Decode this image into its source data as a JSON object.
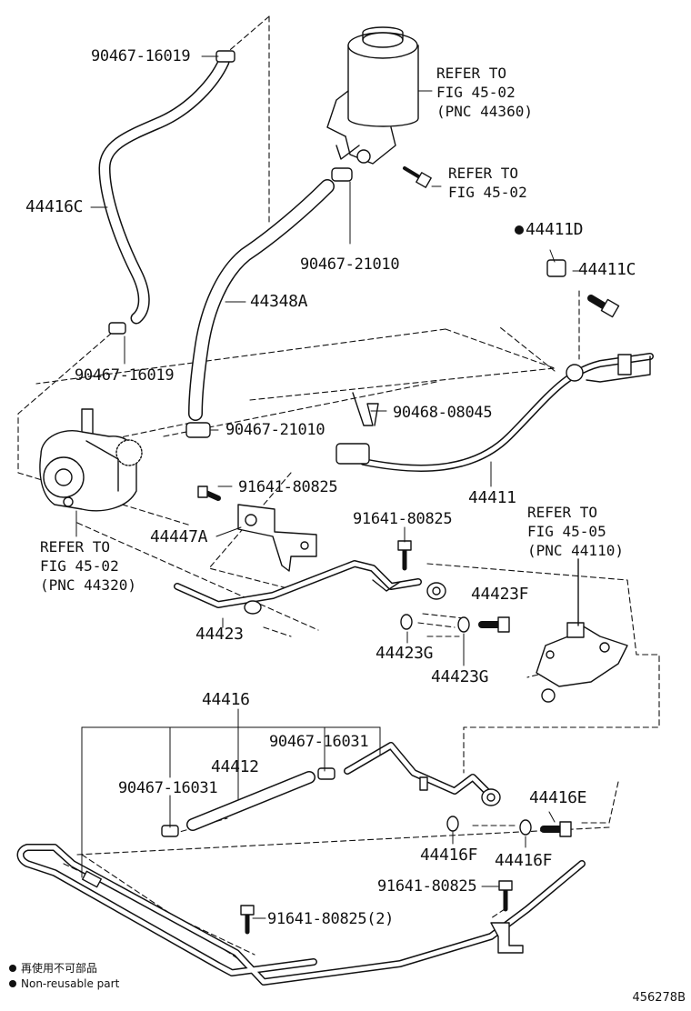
{
  "labels": {
    "p90467_16019_top": "90467-16019",
    "p44416C": "44416C",
    "p90467_16019_mid": "90467-16019",
    "p90467_21010_a": "90467-21010",
    "p44348A": "44348A",
    "p90467_21010_b": "90467-21010",
    "p44411D": "44411D",
    "p44411C": "44411C",
    "p90468_08045": "90468-08045",
    "p44411": "44411",
    "p91641_80825_a": "91641-80825",
    "p44447A": "44447A",
    "p91641_80825_b": "91641-80825",
    "p44423": "44423",
    "p44423F": "44423F",
    "p44423G_a": "44423G",
    "p44423G_b": "44423G",
    "p44416": "44416",
    "p44412": "44412",
    "p90467_16031_a": "90467-16031",
    "p90467_16031_b": "90467-16031",
    "p44416E": "44416E",
    "p44416F_a": "44416F",
    "p44416F_b": "44416F",
    "p91641_80825_c": "91641-80825",
    "p91641_80825_2": "91641-80825(2)"
  },
  "refs": {
    "reservoir": [
      "REFER TO",
      "FIG 45-02",
      "(PNC 44360)"
    ],
    "bolt": [
      "REFER TO",
      "FIG 45-02"
    ],
    "pump": [
      "REFER TO",
      "FIG 45-02",
      "(PNC 44320)"
    ],
    "gear": [
      "REFER TO",
      "FIG 45-05",
      "(PNC 44110)"
    ]
  },
  "legend": {
    "line1": "再使用不可部品",
    "line2": "Non-reusable part"
  },
  "catalog_number": "456278B",
  "colors": {
    "ink": "#111111",
    "background": "#ffffff"
  }
}
